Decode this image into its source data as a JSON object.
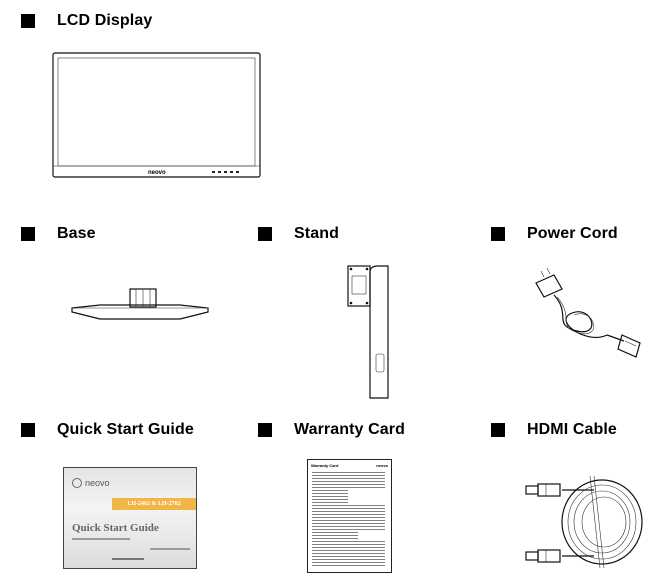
{
  "items": [
    {
      "label": "LCD Display"
    },
    {
      "label": "Base"
    },
    {
      "label": "Stand"
    },
    {
      "label": "Power Cord"
    },
    {
      "label": "Quick Start Guide"
    },
    {
      "label": "Warranty Card"
    },
    {
      "label": "HDMI Cable"
    }
  ],
  "lcd": {
    "logo": "neovo"
  },
  "guide": {
    "brand": "neovo",
    "model_band": "LH-2402 & LH-2702",
    "title": "Quick Start Guide"
  },
  "warranty": {
    "title": "Warranty Card",
    "brand": "neovo"
  }
}
